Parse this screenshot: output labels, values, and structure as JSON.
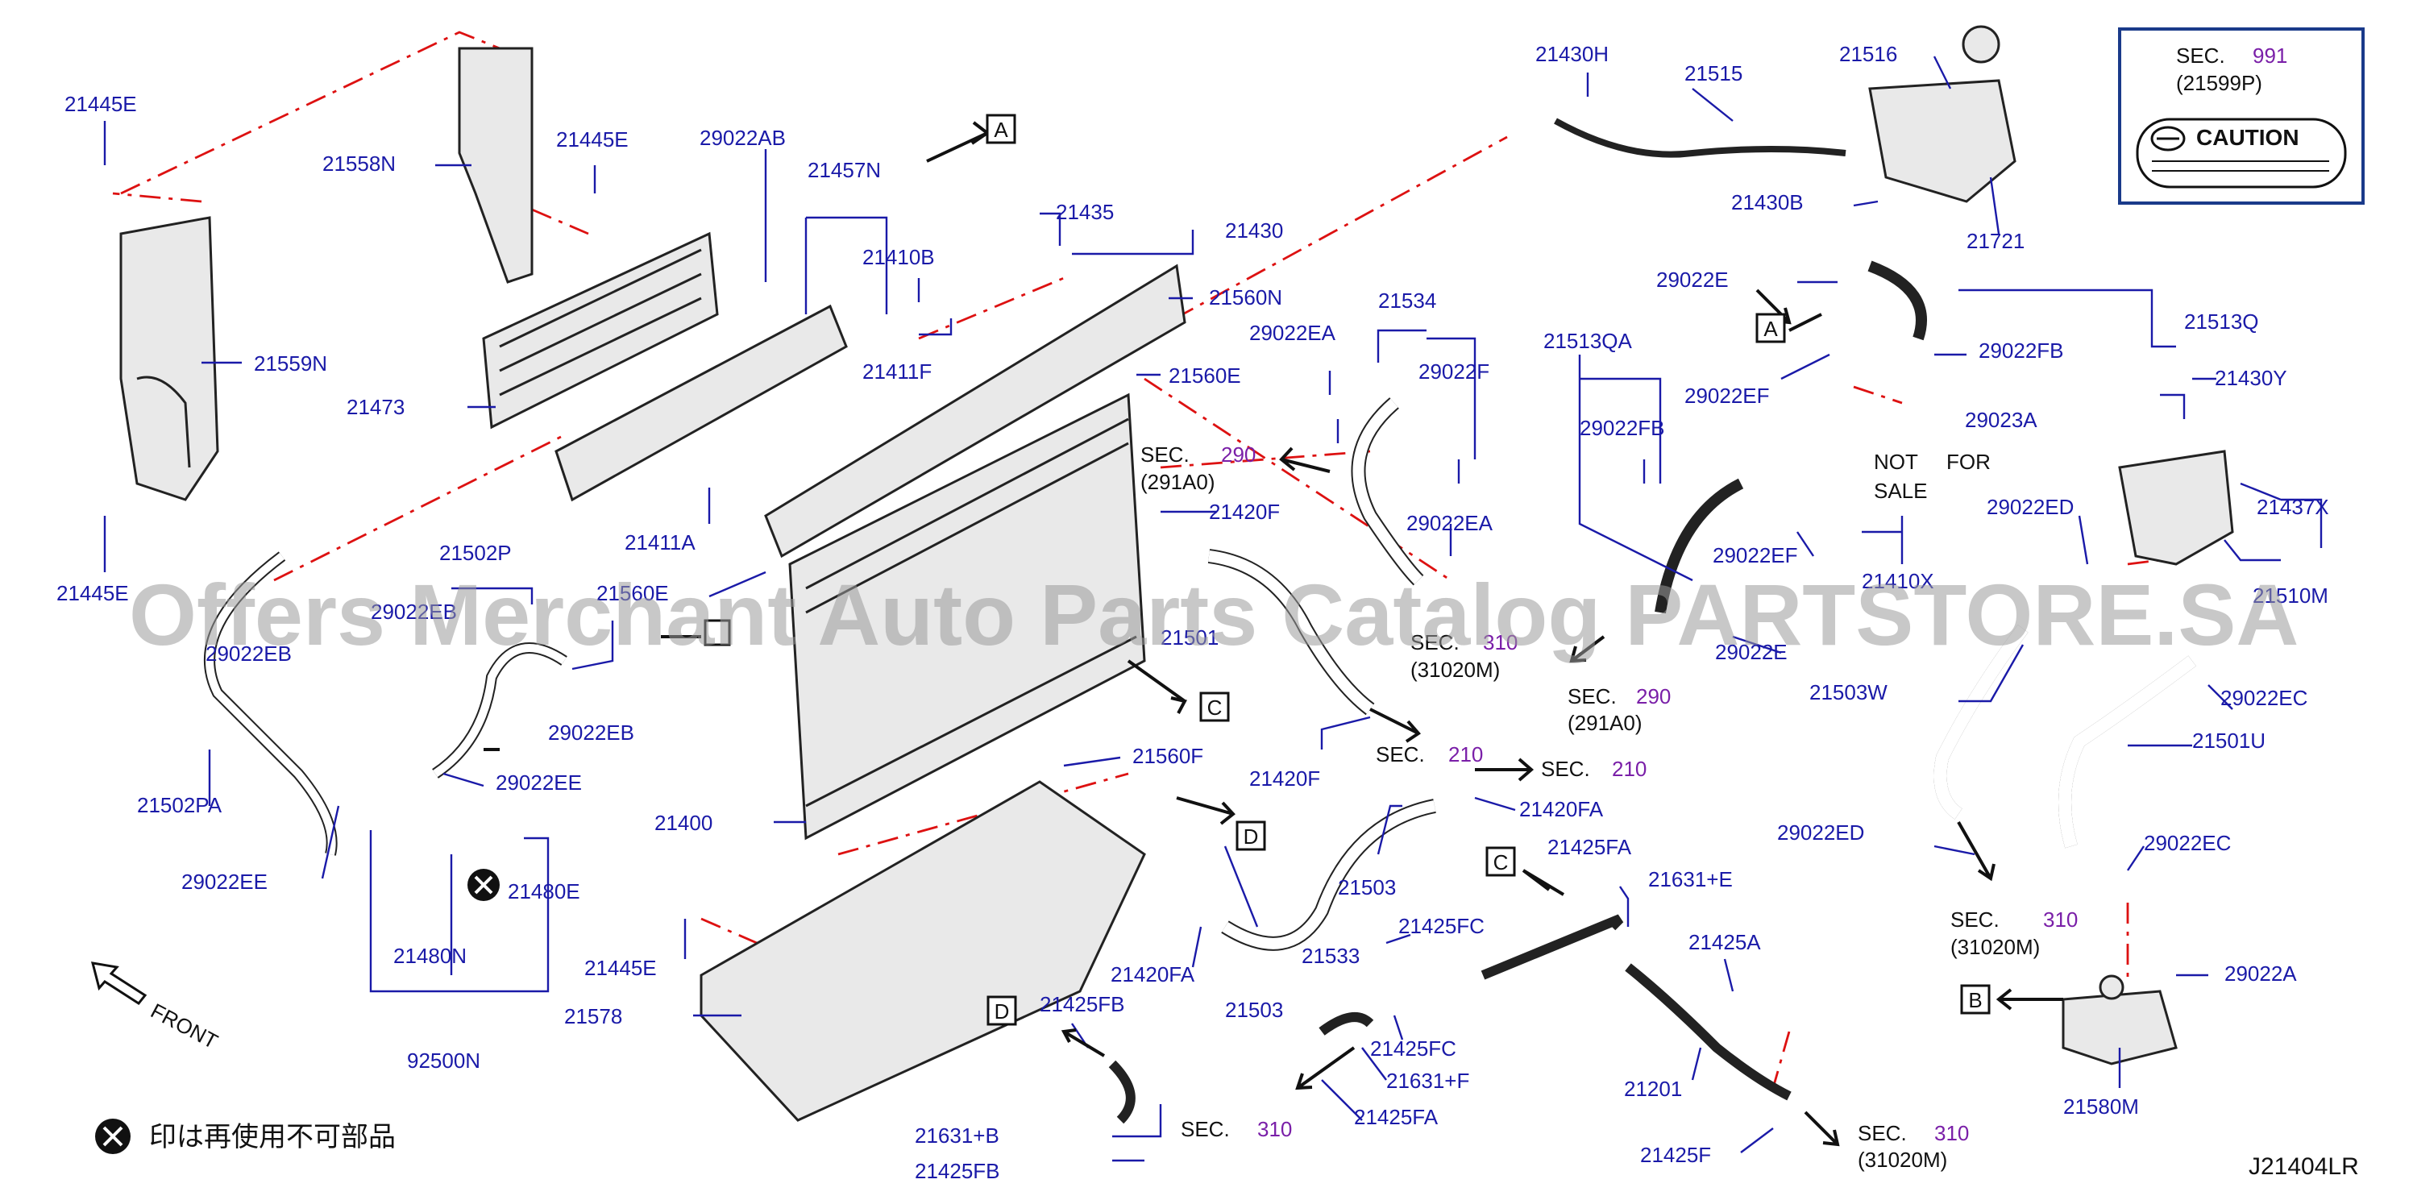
{
  "diagram": {
    "labels": {
      "l21445E_1": "21445E",
      "l21558N": "21558N",
      "l21445E_2": "21445E",
      "l29022AB": "29022AB",
      "l21457N": "21457N",
      "l21410B": "21410B",
      "l21435": "21435",
      "l21430": "21430",
      "l21560N": "21560N",
      "l21559N": "21559N",
      "l21473": "21473",
      "l21411F": "21411F",
      "l21560E_1": "21560E",
      "l21411A": "21411A",
      "l21445E_3": "21445E",
      "l21560E_2": "21560E",
      "l21502P": "21502P",
      "l29022EB_1": "29022EB",
      "l29022EB_2": "29022EB",
      "l29022EB_3": "29022EB",
      "l29022EE_1": "29022EE",
      "l21502PA": "21502PA",
      "l29022EE_2": "29022EE",
      "l21480E": "21480E",
      "l21480N": "21480N",
      "l92500N": "92500N",
      "l21400": "21400",
      "l21560F": "21560F",
      "l21578": "21578",
      "l21445E_4": "21445E",
      "l21501": "21501",
      "l21420F_1": "21420F",
      "l21420F_2": "21420F",
      "l21534": "21534",
      "l29022EA_1": "29022EA",
      "l29022F": "29022F",
      "l29022EA_2": "29022EA",
      "l21420FA_1": "21420FA",
      "l21420FA_2": "21420FA",
      "l21503_1": "21503",
      "l21503_2": "21503",
      "l21425FA_1": "21425FA",
      "l21631E": "21631+E",
      "l21533": "21533",
      "l21425FC_1": "21425FC",
      "l21425FC_2": "21425FC",
      "l21631F": "21631+F",
      "l21425FA_2": "21425FA",
      "l21425FB_1": "21425FB",
      "l21631B": "21631+B",
      "l21425FB_2": "21425FB",
      "l21425A": "21425A",
      "l21201": "21201",
      "l21425F": "21425F",
      "l21430H": "21430H",
      "l21515": "21515",
      "l21516": "21516",
      "l21430B": "21430B",
      "l21721": "21721",
      "l29022E_1": "29022E",
      "l21513Q": "21513Q",
      "l29022FB_1": "29022FB",
      "l21513QA": "21513QA",
      "l29022EF_1": "29022EF",
      "l29022FB_2": "29022FB",
      "l29022EF_2": "29022EF",
      "l21410X": "21410X",
      "l29022E_2": "29022E",
      "l21430Y": "21430Y",
      "l29023A": "29023A",
      "l29022ED_1": "29022ED",
      "l21437X": "21437X",
      "l21510M": "21510M",
      "l21503W": "21503W",
      "l29022EC_1": "29022EC",
      "l21501U": "21501U",
      "l29022ED_2": "29022ED",
      "l29022EC_2": "29022EC",
      "l29022A": "29022A",
      "l21580M": "21580M"
    },
    "sec_refs": [
      {
        "prefix": "SEC.",
        "num": "290",
        "sub": "(291A0)"
      },
      {
        "prefix": "SEC.",
        "num": "310",
        "sub": "(31020M)"
      },
      {
        "prefix": "SEC.",
        "num": "210",
        "sub": ""
      },
      {
        "prefix": "SEC.",
        "num": "210",
        "sub": ""
      },
      {
        "prefix": "SEC.",
        "num": "290",
        "sub": "(291A0)"
      },
      {
        "prefix": "SEC.",
        "num": "310",
        "sub": "(31020M)"
      },
      {
        "prefix": "SEC.",
        "num": "310",
        "sub": ""
      },
      {
        "prefix": "SEC.",
        "num": "310",
        "sub": "(31020M)"
      }
    ],
    "callouts": {
      "A": "A",
      "B": "B",
      "C": "C",
      "D": "D"
    },
    "not_for_sale": [
      "NOT",
      "FOR",
      "SALE"
    ],
    "front": "FRONT",
    "caution_box": {
      "sec": "SEC.",
      "num": "991",
      "code": "(21599P)",
      "text": "CAUTION"
    },
    "footnote": "印は再使用不可部品",
    "diagram_id": "J21404LR",
    "watermark": "Offers Merchant Auto Parts Catalog PARTSTORE.SA",
    "colors": {
      "label": "#1a1aa8",
      "section_number": "#7a1fa8",
      "dash_line": "#d11111",
      "outline": "#222222"
    }
  }
}
